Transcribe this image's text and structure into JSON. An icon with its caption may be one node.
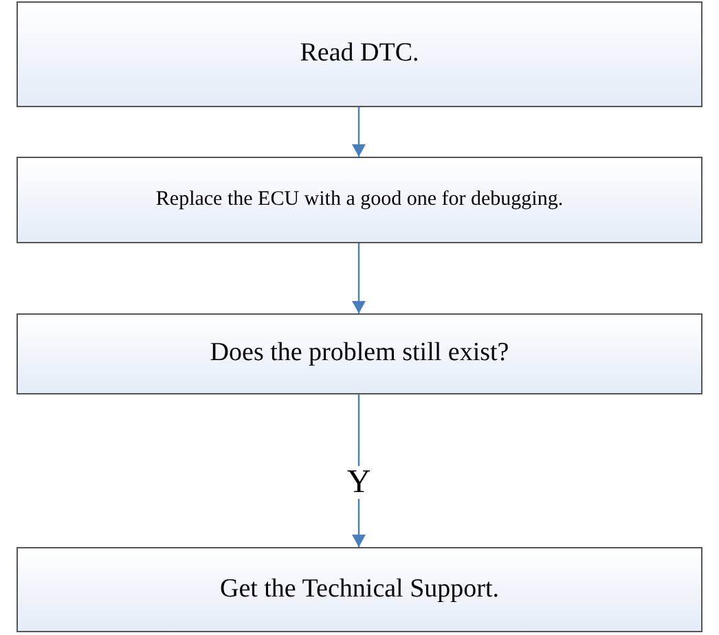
{
  "diagram": {
    "nodes": [
      {
        "text": [
          "Read DTC."
        ]
      },
      {
        "text": [
          "Replace the ECU with a good one for debugging."
        ]
      },
      {
        "text": [
          "Does the problem still exist?"
        ]
      },
      {
        "text": [
          "Get the Technical Support."
        ]
      }
    ],
    "edges": [
      {
        "from": 0,
        "to": 1,
        "arrow": "to"
      },
      {
        "from": 1,
        "to": 2,
        "arrow": "to"
      },
      {
        "from": 2,
        "to": 3,
        "arrow": "to",
        "label": "Y"
      }
    ]
  }
}
